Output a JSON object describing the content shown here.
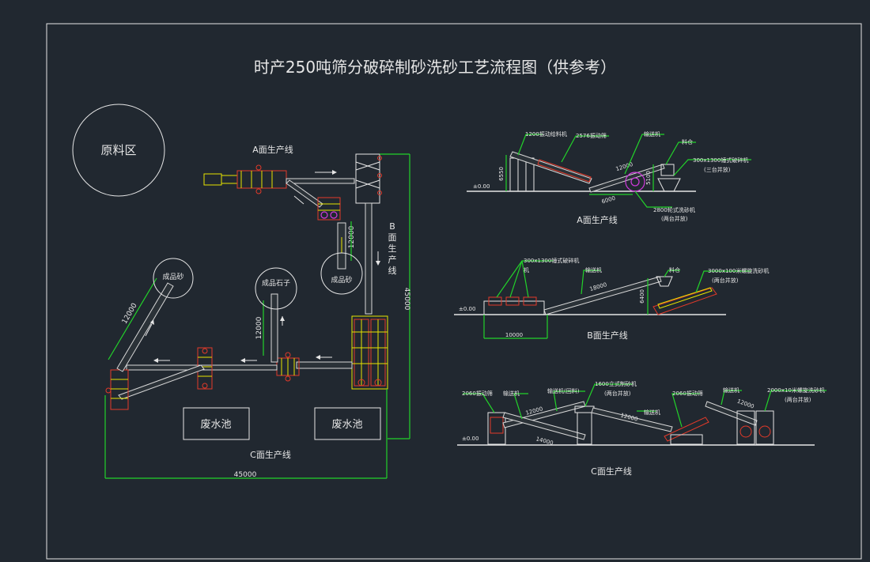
{
  "title": "时产250吨筛分破碎制砂洗砂工艺流程图（供参考）",
  "plan": {
    "raw_material": "原料区",
    "line_a": "A面生产线",
    "line_b_chars": [
      "B",
      "面",
      "生",
      "产",
      "线"
    ],
    "line_c": "C面生产线",
    "product_sand_1": "成品砂",
    "product_sand_2": "成品砂",
    "product_stone": "成品石子",
    "waste_pool_1": "废水池",
    "waste_pool_2": "废水池",
    "dim_12000_a": "12000",
    "dim_12000_b": "12000",
    "dim_12000_c": "12000",
    "dim_45000_v": "45000",
    "dim_45000_h": "45000"
  },
  "elev_a": {
    "label": "A面生产线",
    "ground": "±0.00",
    "feeder": "1200振动给料机",
    "screen": "2576振动筛",
    "conveyor": "输送机",
    "hopper": "料仓",
    "crusher": "300x1300锤式破碎机",
    "crusher_note": "(三台并放)",
    "washer": "2800轮式洗砂机",
    "washer_note": "(两台并放)",
    "d_6550": "6550",
    "d_12000": "12000",
    "d_6000": "6000",
    "d_5100": "5100"
  },
  "elev_b": {
    "label": "B面生产线",
    "ground": "±0.00",
    "crusher": "300x1300锤式破碎机",
    "crusher_note": "机",
    "conveyor": "输送机",
    "hopper": "料仓",
    "washer": "3000x100米螺旋洗砂机",
    "washer_note": "(两台并放)",
    "d_18000": "18000",
    "d_6400": "6400",
    "d_10000": "10000"
  },
  "elev_c": {
    "label": "C面生产线",
    "ground": "±0.00",
    "screen_left": "2060振动筛",
    "conveyor_1": "输送机",
    "conveyor_2": "输送机(回料)",
    "sand_maker": "1600立式制砂机",
    "sand_maker_note": "(两台并放)",
    "conveyor_3": "输送机",
    "screen_right": "2060振动筛",
    "conveyor_4": "输送机",
    "washer": "2000x10米螺旋洗砂机",
    "washer_note": "(两台并放)",
    "d_12000_a": "12000",
    "d_14000": "14000",
    "d_12000_b": "12000",
    "d_12000_c": "12000"
  },
  "colors": {
    "background": "#212830",
    "linework": "#e6e6e6",
    "dimension": "#22d32a",
    "equipment_yellow": "#e8e400",
    "equipment_red": "#e23a2a",
    "washer_magenta": "#d03adc"
  }
}
